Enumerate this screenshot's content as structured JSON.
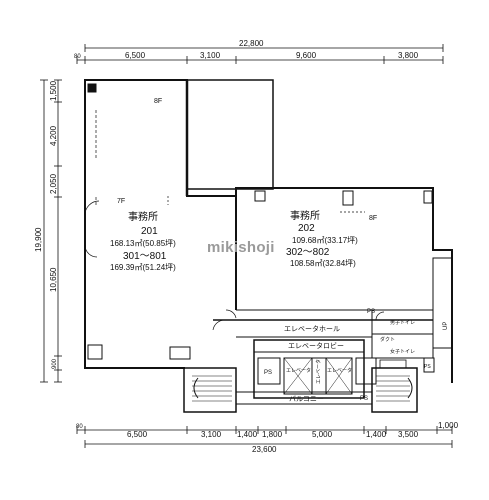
{
  "dimensions": {
    "top_total": "22,800",
    "top_segments": [
      "80",
      "6,500",
      "3,100",
      "9,600",
      "3,800"
    ],
    "left_total": "19,900",
    "left_segments": [
      "1,500",
      "4,200",
      "2,050",
      "10,650",
      "900"
    ],
    "bottom_total": "23,600",
    "bottom_segments": [
      "80",
      "6,500",
      "3,100",
      "1,400",
      "1,800",
      "5,000",
      "1,400",
      "3,500",
      "1,000"
    ]
  },
  "rooms": {
    "left_office": {
      "name": "事務所",
      "unit_a": "201",
      "area_a": "168.13㎡(50.85坪)",
      "unit_b": "301～801",
      "area_b": "169.39㎡(51.24坪)"
    },
    "right_office": {
      "name": "事務所",
      "unit_a": "202",
      "area_a": "109.68㎡(33.17坪)",
      "unit_b": "302～802",
      "area_b": "108.58㎡(32.84坪)"
    }
  },
  "labels": {
    "floor_8f_top": "8F",
    "floor_8f_right": "8F",
    "floor_7f": "7F",
    "elevator_hall": "エレベータホール",
    "elevator_lobby": "エレベータロビー",
    "elevator_1": "エレベータ",
    "elevator_2": "エレベータ",
    "elevator_3": "エレベータ",
    "ps_left": "PS",
    "ps_right": "PS",
    "ps_top": "PS",
    "ps_small": "PS",
    "balcony": "バルコニー",
    "mens_toilet": "男子トイレ",
    "womens_toilet": "女子トイレ",
    "duct": "ダクト",
    "uppanel": "UP",
    "watermark": "mikishoji"
  }
}
